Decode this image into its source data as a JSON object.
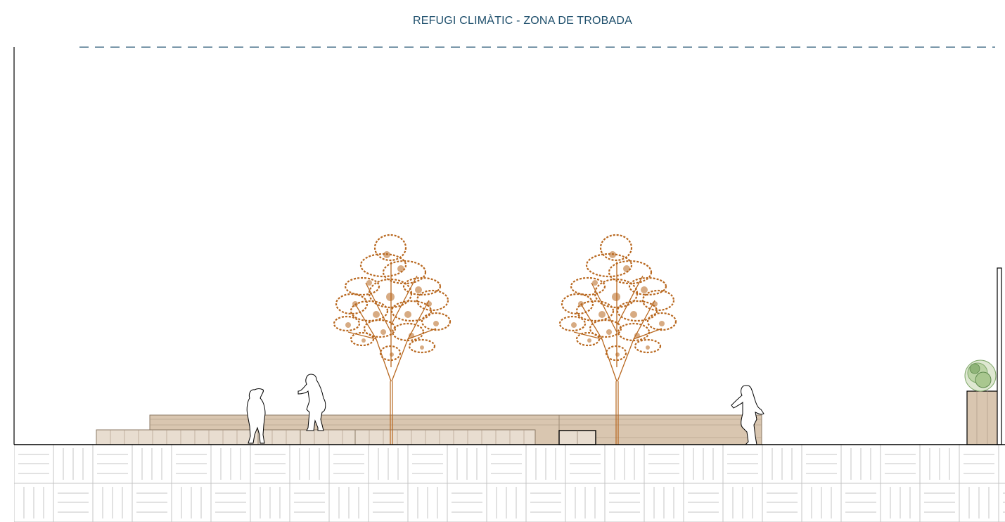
{
  "title": "REFUGI CLIMÀTIC - ZONA DE TROBADA",
  "colors": {
    "title": "#1d4e6b",
    "dashed_line": "#2a5b78",
    "bench_fill": "#e8ddd0",
    "platform_fill": "#d9c6b0",
    "tree_foliage": "#b8671e",
    "paving_stroke": "#bdbdbd",
    "shrub": "#7fa86a"
  },
  "elements": {
    "trees": 2,
    "people": 3,
    "paving_pattern": "basketweave"
  }
}
